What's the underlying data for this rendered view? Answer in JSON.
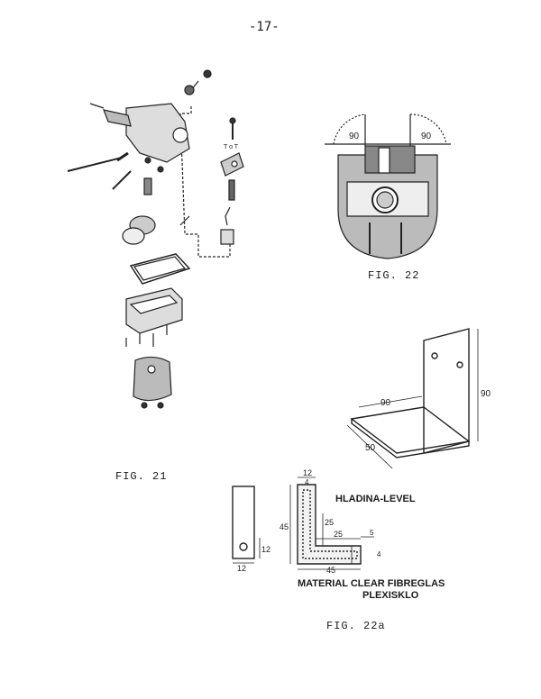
{
  "page": {
    "number": "-17-"
  },
  "fig21": {
    "caption": "FIG. 21"
  },
  "fig22": {
    "caption": "FIG. 22",
    "angle_left": "90",
    "angle_right": "90"
  },
  "bracket": {
    "dim_width": "90",
    "dim_height": "90",
    "dim_depth": "50"
  },
  "fig22a": {
    "caption": "FIG. 22a",
    "level_label": "HLADINA-LEVEL",
    "material_line1": "MATERIAL  CLEAR FIBREGLAS",
    "material_line2": "PLEXISKLO",
    "dims": {
      "top_width": "12",
      "inner_width": "4",
      "height": "45",
      "inner_height": "25",
      "step_width": "25",
      "gap": "5",
      "small_height": "4",
      "base_width": "45",
      "side_width": "12",
      "side_height": "12"
    }
  }
}
